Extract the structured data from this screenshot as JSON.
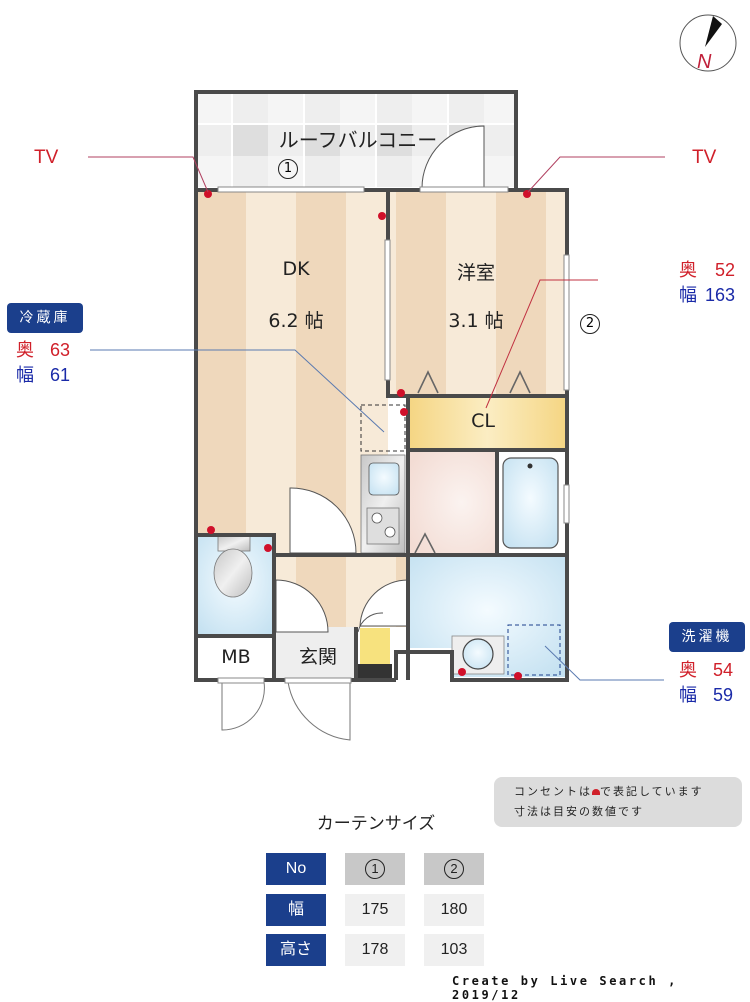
{
  "compass": {
    "label": "N",
    "icon": "north-arrow-icon"
  },
  "balcony": {
    "label": "ルーフバルコニー",
    "window_no": "1"
  },
  "rooms": {
    "dk": {
      "name": "DK",
      "size": "6.2 帖"
    },
    "western": {
      "name": "洋室",
      "size": "3.1 帖",
      "window_no": "2"
    },
    "closet": {
      "name": "CL"
    },
    "entrance": {
      "name": "玄関"
    },
    "meter_box": {
      "name": "MB"
    }
  },
  "tv_labels": {
    "left": "TV",
    "right": "TV"
  },
  "appliances": {
    "fridge": {
      "title": "冷蔵庫",
      "depth_label": "奥",
      "depth": "63",
      "width_label": "幅",
      "width": "61"
    },
    "closet_dims": {
      "depth_label": "奥",
      "depth": "52",
      "width_label": "幅",
      "width": "163"
    },
    "washer": {
      "title": "洗濯機",
      "depth_label": "奥",
      "depth": "54",
      "width_label": "幅",
      "width": "59"
    }
  },
  "notes": {
    "line1_prefix": "コンセントは",
    "line1_suffix": "で表記しています",
    "line2": "寸法は目安の数値です"
  },
  "curtain": {
    "title": "カーテンサイズ",
    "row_headers": [
      "No",
      "幅",
      "高さ"
    ],
    "columns": [
      {
        "no": "1",
        "width": "175",
        "height": "178"
      },
      {
        "no": "2",
        "width": "180",
        "height": "103"
      }
    ]
  },
  "credit": "Create by Live Search , 2019/12",
  "colors": {
    "wall": "#4a4a4a",
    "floor_light": "#f6e8d4",
    "floor_dark": "#efd8bc",
    "wet_area": "#cfe6f3",
    "closet": "#f7dc8a",
    "outlet": "#d0102a",
    "badge": "#1b3f8c",
    "depth_red": "#d0202a",
    "width_blue": "#1a2aa8"
  }
}
